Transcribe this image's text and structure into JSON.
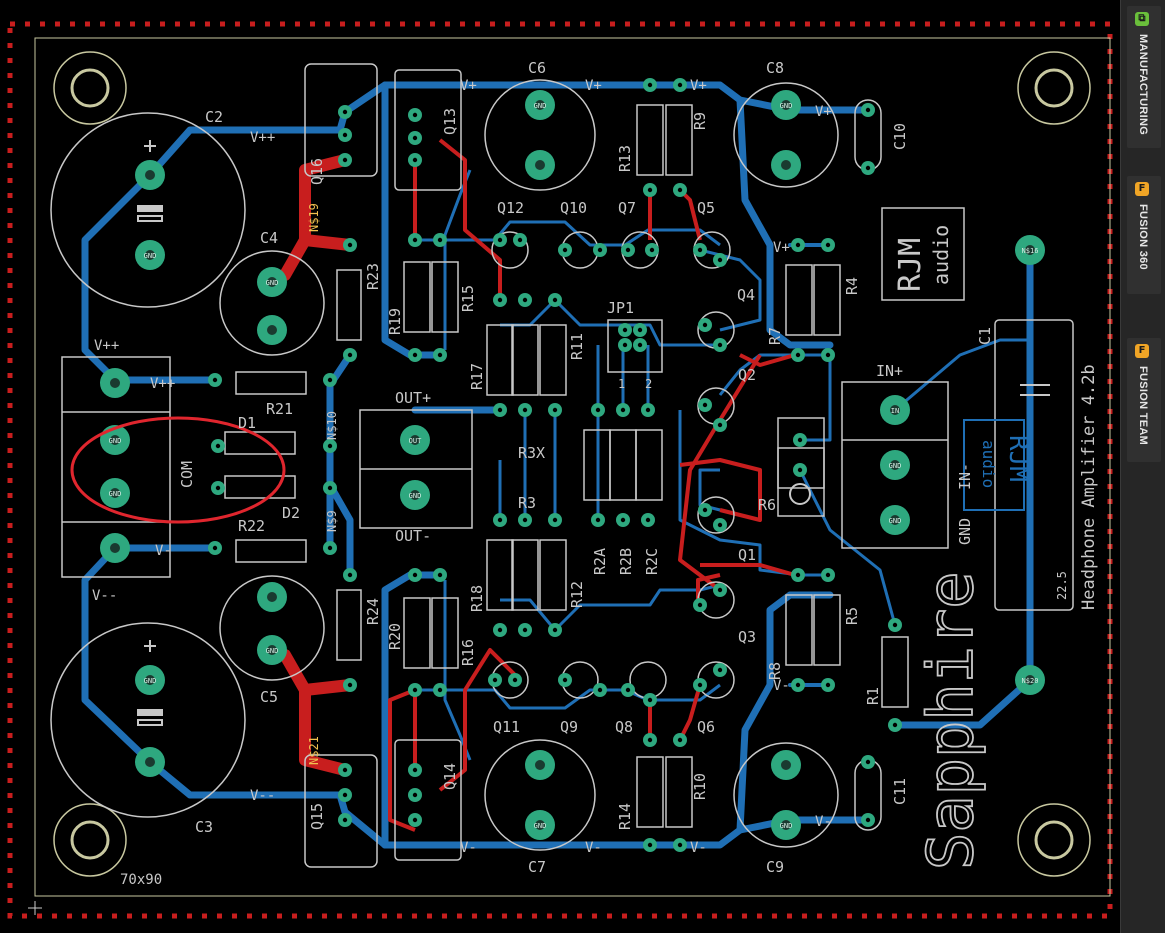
{
  "sidebar": {
    "tabs": [
      {
        "label": "MANUFACTURING",
        "icon": "manufacturing-icon",
        "icon_char": "⧉",
        "color": "#6abf3b"
      },
      {
        "label": "FUSION 360",
        "icon": "fusion-360-icon",
        "icon_char": "F",
        "color": "#f0a526"
      },
      {
        "label": "FUSION TEAM",
        "icon": "fusion-team-icon",
        "icon_char": "F",
        "color": "#f0a526"
      }
    ]
  },
  "board": {
    "size_label": "70x90",
    "product_title": "Sapphire",
    "product_subtitle": "Headphone Amplifier 4.2b",
    "logo_line1": "RJM",
    "logo_line2": "audio",
    "logo_mirrored_line1": "RJM",
    "logo_mirrored_line2": "audio",
    "annotation": "COM highlighted terminals",
    "colors": {
      "top_copper": "#c81e1e",
      "bottom_copper": "#1f6fb5",
      "silkscreen": "#c8c8c8",
      "pad": "#2ea87f",
      "outline": "#c8c8a0",
      "keepout_dots": "#c81e1e",
      "highlight": "#e0262e"
    },
    "component_labels": [
      "C2",
      "C3",
      "C4",
      "C5",
      "C6",
      "C7",
      "C8",
      "C9",
      "C10",
      "C11",
      "C1",
      "D1",
      "D2",
      "R1",
      "R3",
      "R3X",
      "R4",
      "R5",
      "R6",
      "R7",
      "R8",
      "R9",
      "R10",
      "R11",
      "R12",
      "R13",
      "R14",
      "R15",
      "R16",
      "R17",
      "R18",
      "R19",
      "R20",
      "R21",
      "R22",
      "R23",
      "R24",
      "R2A",
      "R2B",
      "R2C",
      "Q1",
      "Q2",
      "Q3",
      "Q4",
      "Q5",
      "Q6",
      "Q7",
      "Q8",
      "Q9",
      "Q10",
      "Q11",
      "Q12",
      "Q13",
      "Q14",
      "Q15",
      "Q16",
      "JP1"
    ],
    "net_labels": [
      "N$19",
      "N$21",
      "N$10",
      "N$9",
      "N$16",
      "N$20",
      "V+",
      "V-",
      "V++",
      "V--",
      "OUT+",
      "OUT-",
      "IN+",
      "IN-",
      "GND",
      "COM",
      "22.5",
      "1",
      "2"
    ],
    "pad_labels": [
      "GND",
      "OUT",
      "IN",
      "N$16",
      "N$20"
    ]
  }
}
